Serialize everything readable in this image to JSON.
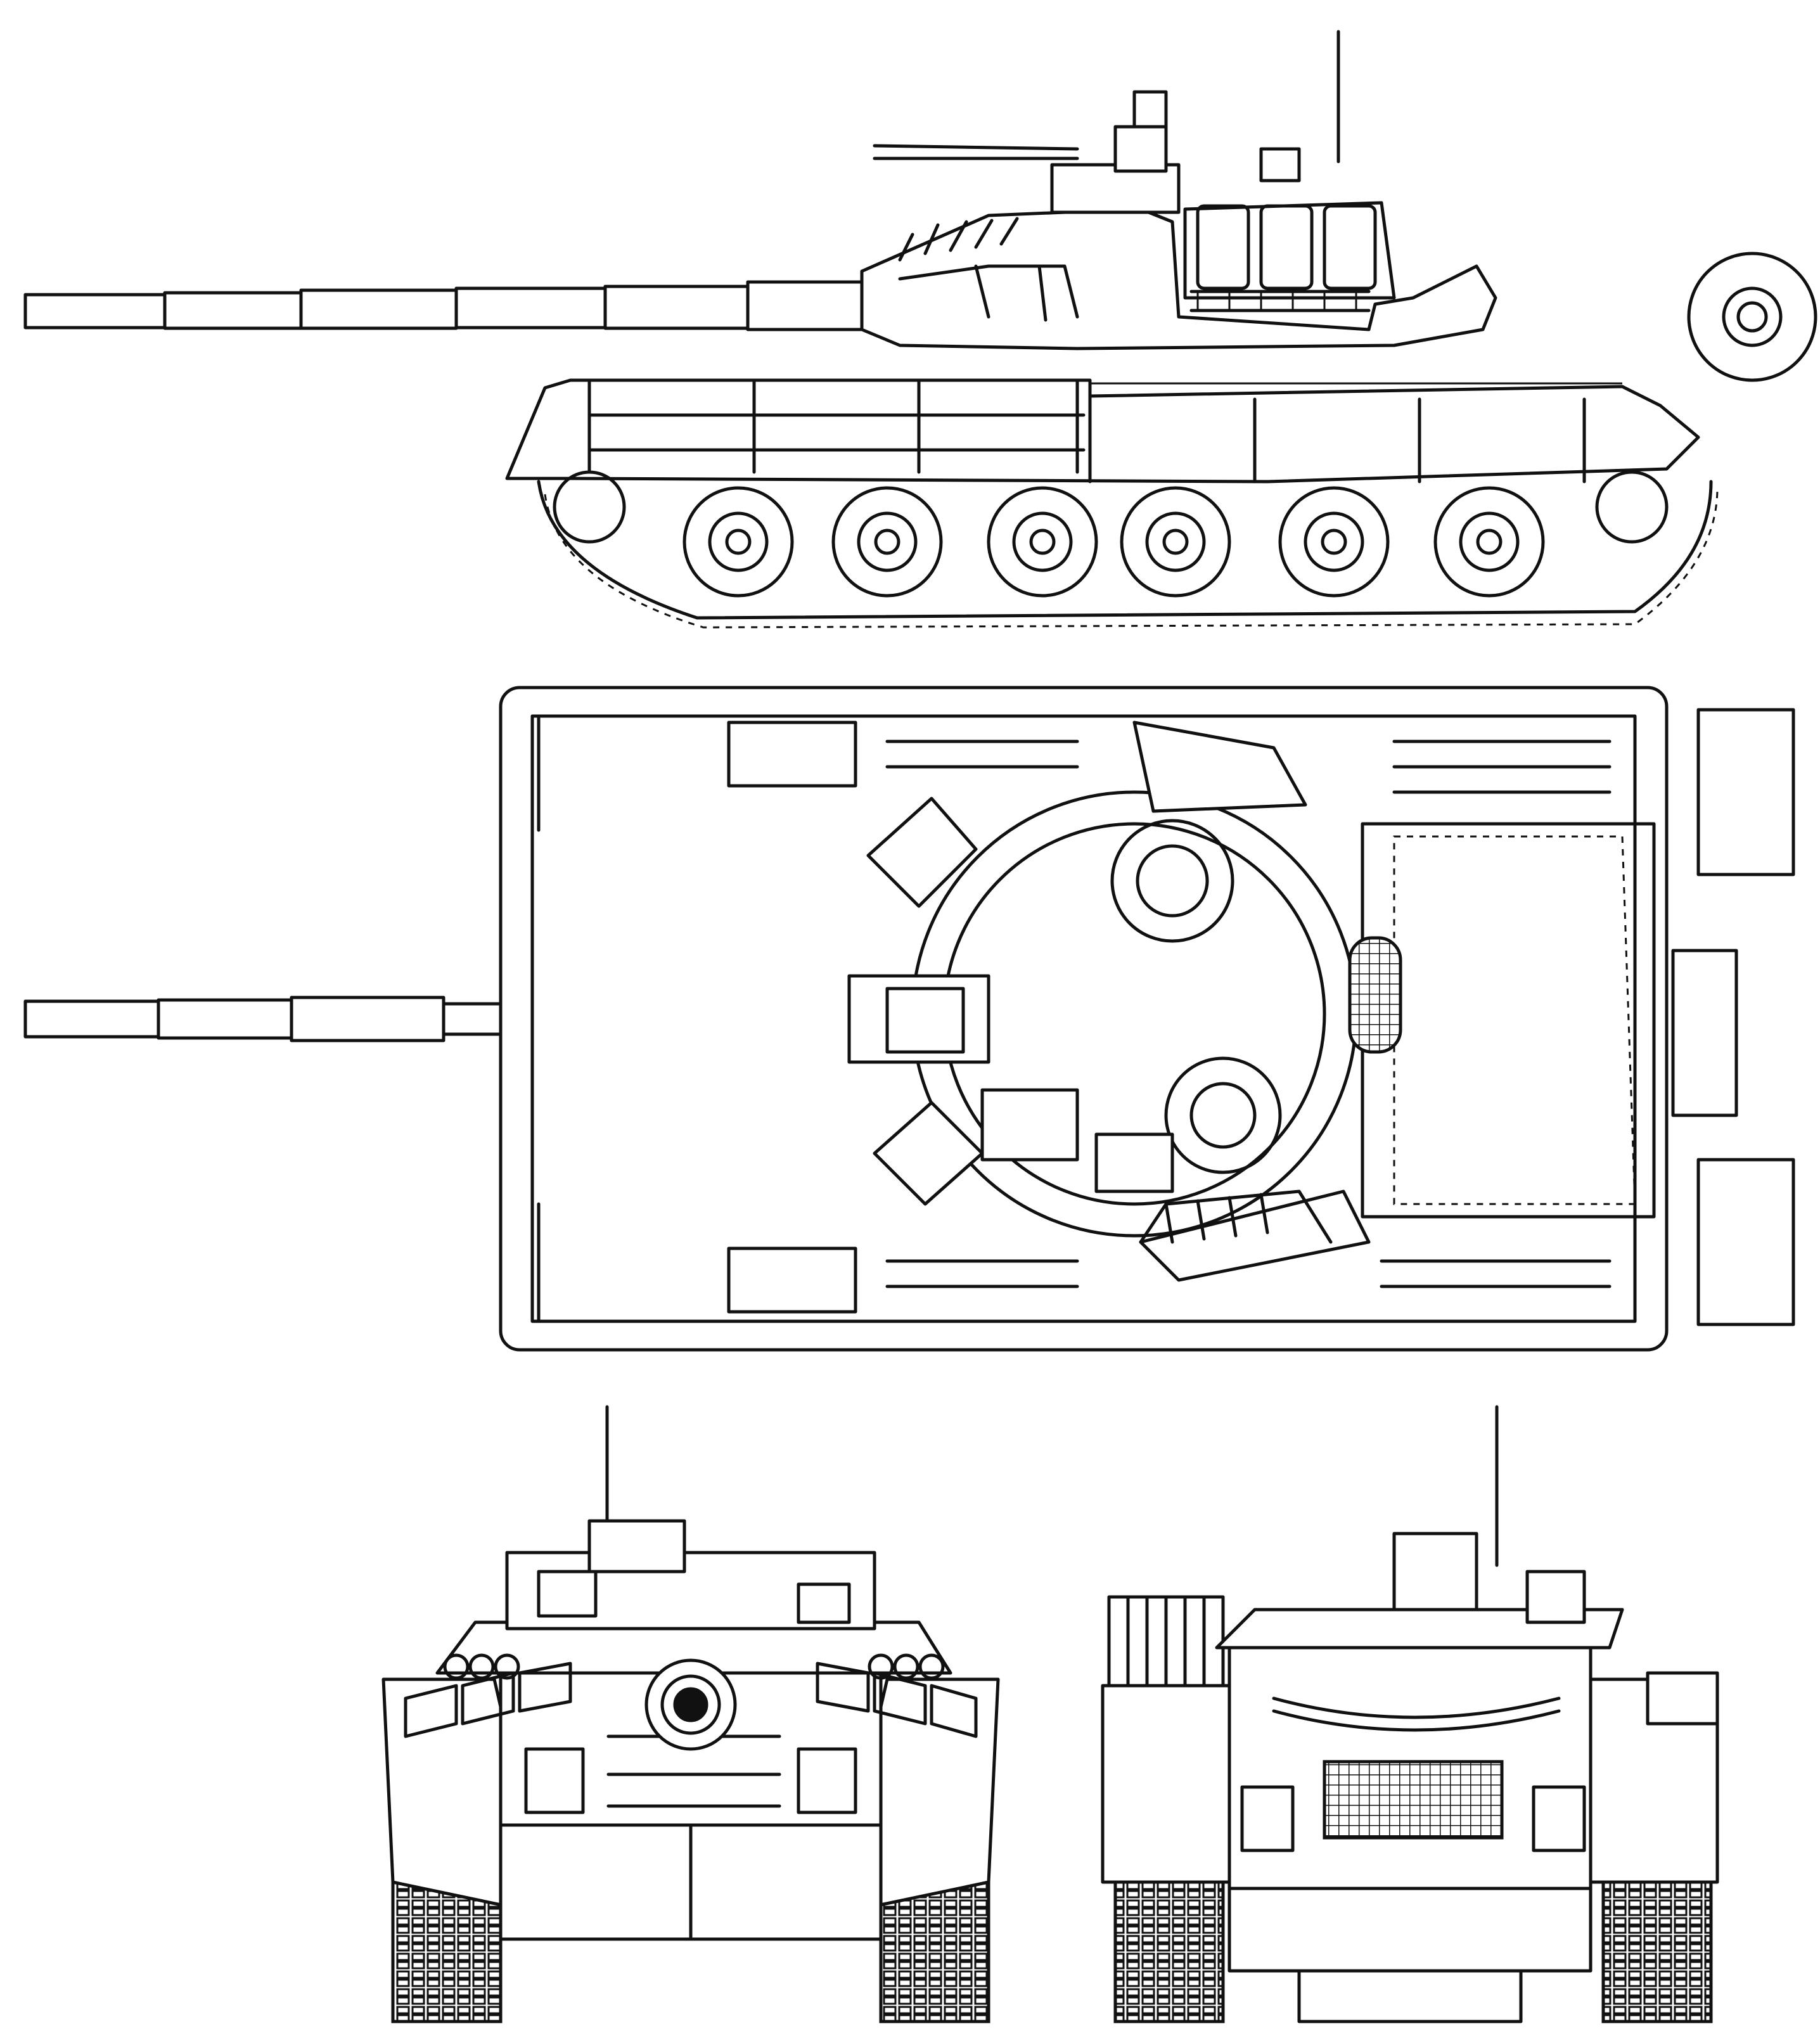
{
  "drawing": {
    "views": [
      {
        "id": "side"
      },
      {
        "id": "top"
      },
      {
        "id": "front"
      },
      {
        "id": "rear"
      }
    ],
    "line_color": "#111111",
    "background": "#ffffff"
  }
}
